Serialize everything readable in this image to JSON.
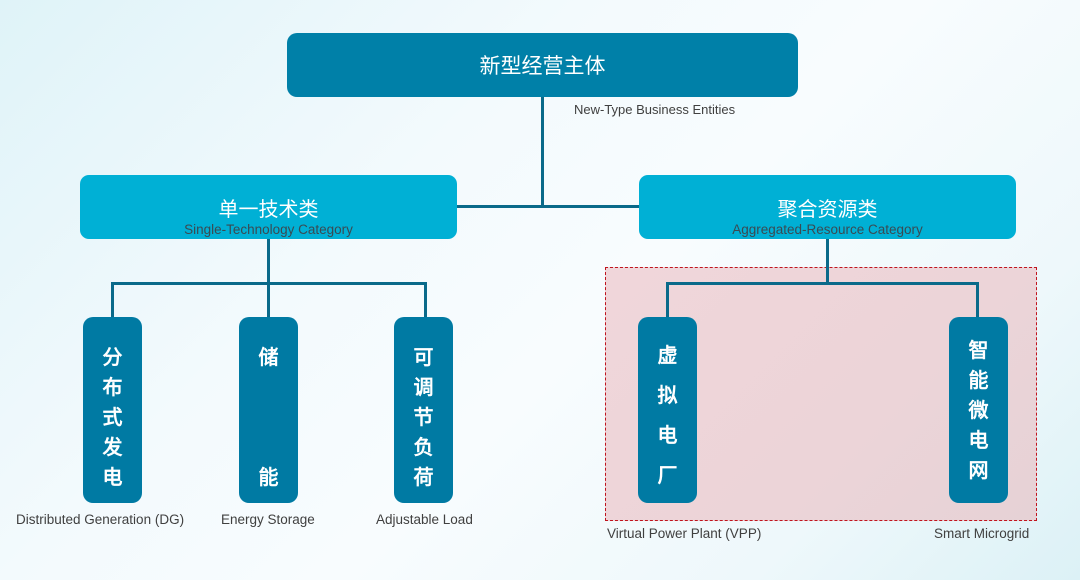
{
  "diagram": {
    "root": {
      "title": "新型经营主体",
      "subtitle": "New-Type Business Entities"
    },
    "categories": [
      {
        "title": "单一技术类",
        "subtitle": "Single-Technology Category",
        "children": [
          {
            "chars": [
              "分",
              "布",
              "式",
              "发",
              "电"
            ],
            "label": "Distributed Generation (DG)"
          },
          {
            "chars": [
              "储",
              "",
              "",
              "",
              "能"
            ],
            "label": "Energy Storage"
          },
          {
            "chars": [
              "可",
              "调",
              "节",
              "负",
              "荷"
            ],
            "label": "Adjustable Load"
          }
        ]
      },
      {
        "title": "聚合资源类",
        "subtitle": "Aggregated-Resource Category",
        "highlighted": true,
        "children": [
          {
            "chars": [
              "虚",
              "拟",
              "电",
              "厂"
            ],
            "label": "Virtual Power Plant (VPP)"
          },
          {
            "chars": [
              "智",
              "能",
              "微",
              "电",
              "网"
            ],
            "label": "Smart Microgrid"
          }
        ]
      }
    ],
    "colors": {
      "root_fill": "#0080a8",
      "category_fill": "#00b0d5",
      "leaf_fill": "#007aa3",
      "connector": "#0a6a8a",
      "highlight_border": "#c0141e",
      "highlight_fill": "#f0d6da"
    }
  }
}
